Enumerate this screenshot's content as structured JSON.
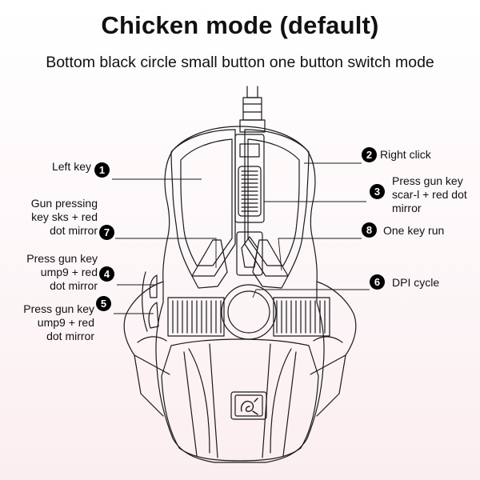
{
  "title": "Chicken mode (default)",
  "subtitle": "Bottom black circle small button one button switch mode",
  "logo_icon": "dragon-logo-icon",
  "callouts": [
    {
      "num": "1",
      "text": "Left key"
    },
    {
      "num": "2",
      "text": "Right click"
    },
    {
      "num": "3",
      "text": "Press gun key scar-l + red dot mirror"
    },
    {
      "num": "4",
      "text": "Press gun key ump9 + red dot mirror"
    },
    {
      "num": "5",
      "text": "Press gun key ump9 + red dot mirror"
    },
    {
      "num": "6",
      "text": "DPI cycle"
    },
    {
      "num": "7",
      "text": "Gun pressing key sks + red dot mirror"
    },
    {
      "num": "8",
      "text": "One key run"
    }
  ]
}
